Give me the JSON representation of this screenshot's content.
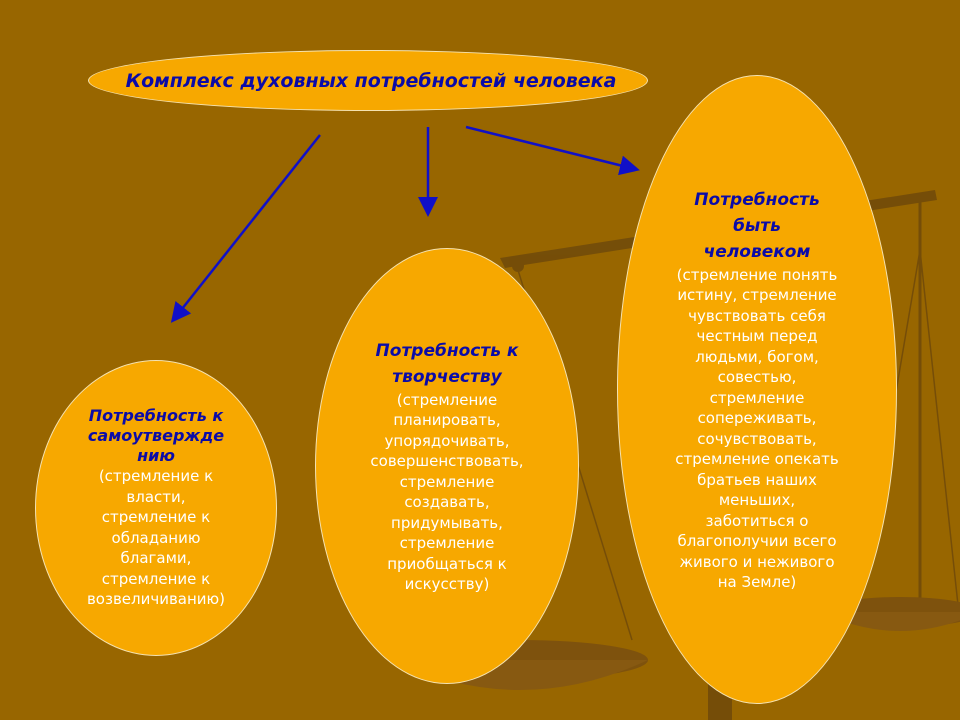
{
  "header": {
    "title": "Комплекс духовных потребностей человека"
  },
  "nodes": [
    {
      "title_lines": [
        "Потребность к",
        "самоутвержде",
        "нию"
      ],
      "desc_lines": [
        "(стремление к",
        "власти,",
        "стремление к",
        "обладанию",
        "благами,",
        "стремление к",
        "возвеличиванию)"
      ]
    },
    {
      "title_lines": [
        "Потребность к",
        "творчеству"
      ],
      "desc_lines": [
        "(стремление",
        "планировать,",
        "упорядочивать,",
        "совершенствовать,",
        "стремление",
        "создавать,",
        "придумывать,",
        "стремление",
        "приобщаться к",
        "искусству)"
      ]
    },
    {
      "title_lines": [
        "Потребность",
        "быть",
        "человеком"
      ],
      "desc_lines": [
        "(стремление понять",
        "истину, стремление",
        "чувствовать себя",
        "честным перед",
        "людьми, богом,",
        "совестью,",
        "стремление",
        "сопереживать,",
        "сочувствовать,",
        "стремление опекать",
        "братьев наших",
        "меньших,",
        "заботиться о",
        "благополучии всего",
        "живого и неживого",
        "на Земле)"
      ]
    }
  ],
  "colors": {
    "background": "#986600",
    "oval": "#F7A800",
    "title": "#0B0BA8",
    "arrow": "#1010C8"
  }
}
